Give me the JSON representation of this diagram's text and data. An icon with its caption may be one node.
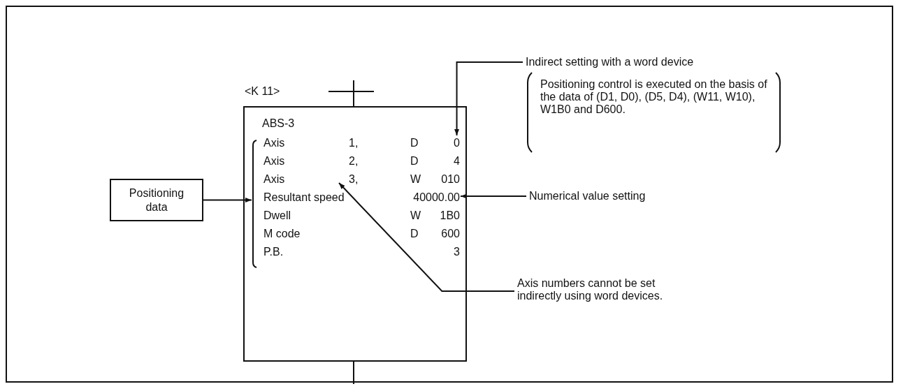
{
  "diagram": {
    "nodes": [
      {
        "text": [
          "Positioning data"
        ]
      },
      {
        "text": [
          "ABS-3"
        ],
        "beside": [
          "<K 11>"
        ]
      },
      {
        "text": [],
        "shape": "bracket",
        "in": 1
      },
      {
        "text": [
          "0"
        ],
        "in": 1
      },
      {
        "text": [
          "40000.00"
        ],
        "in": 1
      },
      {
        "text": [
          "3,"
        ],
        "in": 1
      },
      {
        "text": [
          "Indirect setting with a word device"
        ]
      },
      {
        "text": [
          "Numerical value setting"
        ]
      },
      {
        "text": [
          "Axis numbers cannot be set indirectly using word devices."
        ]
      }
    ],
    "edges": [
      {
        "from": 0,
        "to": 2,
        "arrow": "to"
      },
      {
        "from": 6,
        "to": 3,
        "arrow": "to"
      },
      {
        "from": 7,
        "to": 4,
        "arrow": "to"
      },
      {
        "from": 8,
        "to": 5,
        "arrow": "to"
      }
    ],
    "labels": [
      "Axis",
      "1,",
      "D",
      "Axis",
      "2,",
      "D",
      "4",
      "Axis",
      "W",
      "010",
      "Resultant speed",
      "Dwell",
      "W",
      "1B0",
      "M code",
      "D",
      "600",
      "P.B.",
      "3",
      "Positioning control is executed on the basis of the data of (D1, D0), (D5, D4), (W11, W10), W1B0 and D600."
    ]
  }
}
